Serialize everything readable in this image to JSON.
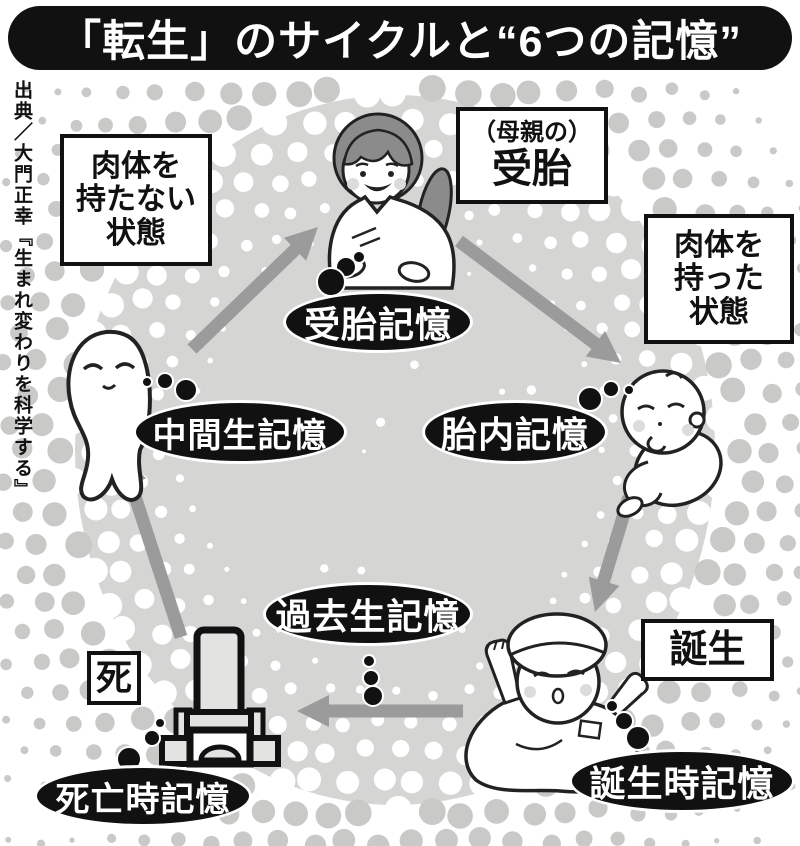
{
  "title": "「転生」のサイクルと“6つの記憶”",
  "source": "出典／大門正幸『生まれ変わりを科学する』",
  "states": {
    "no_body": [
      "肉体を",
      "持たない",
      "状態"
    ],
    "with_body": [
      "肉体を",
      "持った",
      "状態"
    ],
    "conception_event": [
      "（母親の）",
      "受胎"
    ],
    "birth_event": "誕生",
    "death_event": "死"
  },
  "memories": {
    "conception": "受胎記憶",
    "womb": "胎内記憶",
    "intermediate": "中間生記憶",
    "past_life": "過去生記憶",
    "birth": "誕生時記憶",
    "death": "死亡時記憶"
  },
  "colors": {
    "blob_gray": "#d5d5d3",
    "halftone_gray": "#c9c9c7",
    "arrow_gray": "#9b9b9b",
    "oval_fill": "#111111",
    "oval_text": "#ffffff",
    "title_bg": "#111111",
    "title_text": "#ffffff"
  }
}
